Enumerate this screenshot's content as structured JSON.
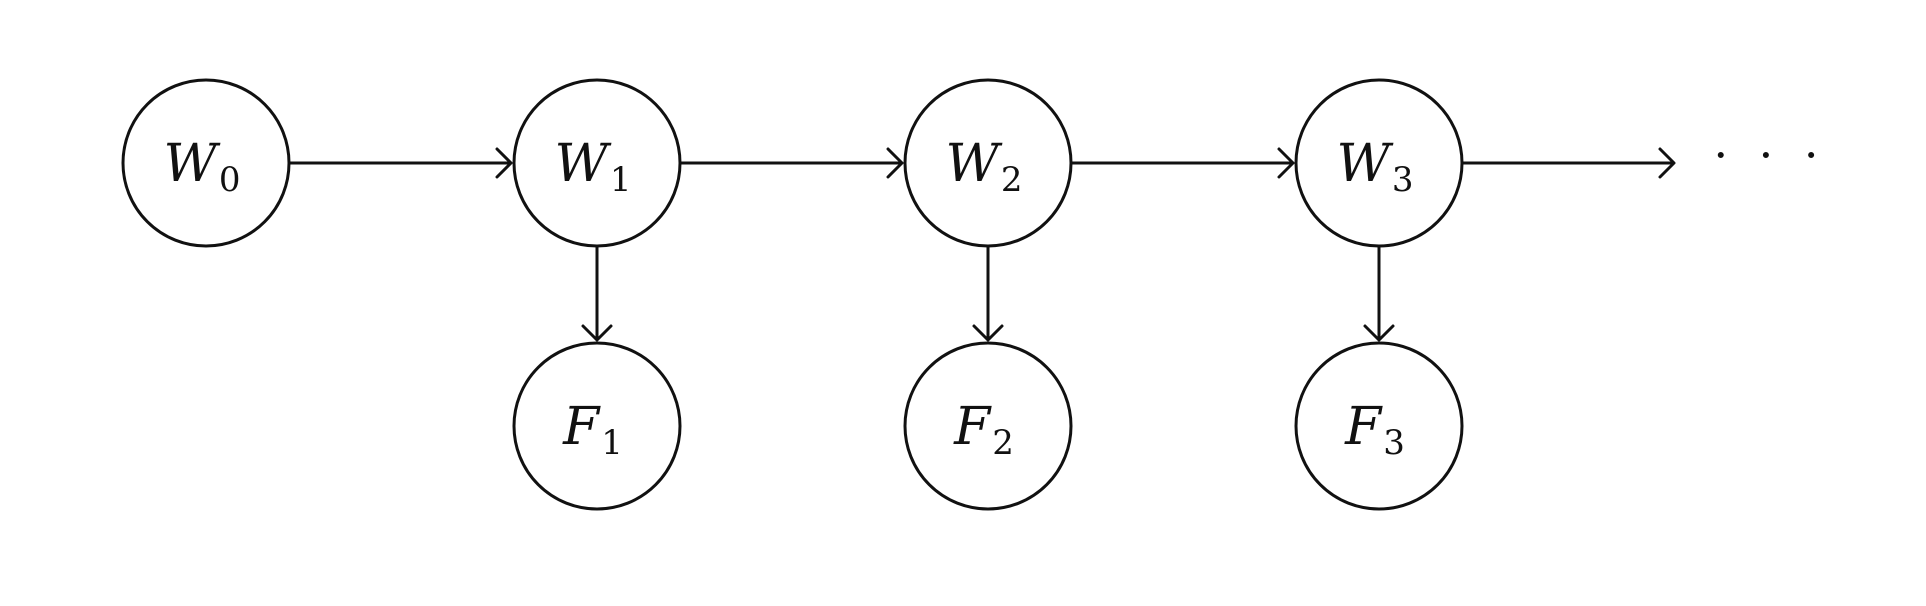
{
  "diagram": {
    "nodes": [
      {
        "id": "W0",
        "base": "W",
        "sub": "0"
      },
      {
        "id": "W1",
        "base": "W",
        "sub": "1"
      },
      {
        "id": "W2",
        "base": "W",
        "sub": "2"
      },
      {
        "id": "W3",
        "base": "W",
        "sub": "3"
      },
      {
        "id": "F1",
        "base": "F",
        "sub": "1"
      },
      {
        "id": "F2",
        "base": "F",
        "sub": "2"
      },
      {
        "id": "F3",
        "base": "F",
        "sub": "3"
      }
    ],
    "edges": [
      {
        "from": "W0",
        "to": "W1"
      },
      {
        "from": "W1",
        "to": "W2"
      },
      {
        "from": "W2",
        "to": "W3"
      },
      {
        "from": "W3",
        "to": "continuation"
      },
      {
        "from": "W1",
        "to": "F1"
      },
      {
        "from": "W2",
        "to": "F2"
      },
      {
        "from": "W3",
        "to": "F3"
      }
    ],
    "continuation": "· · ·"
  }
}
